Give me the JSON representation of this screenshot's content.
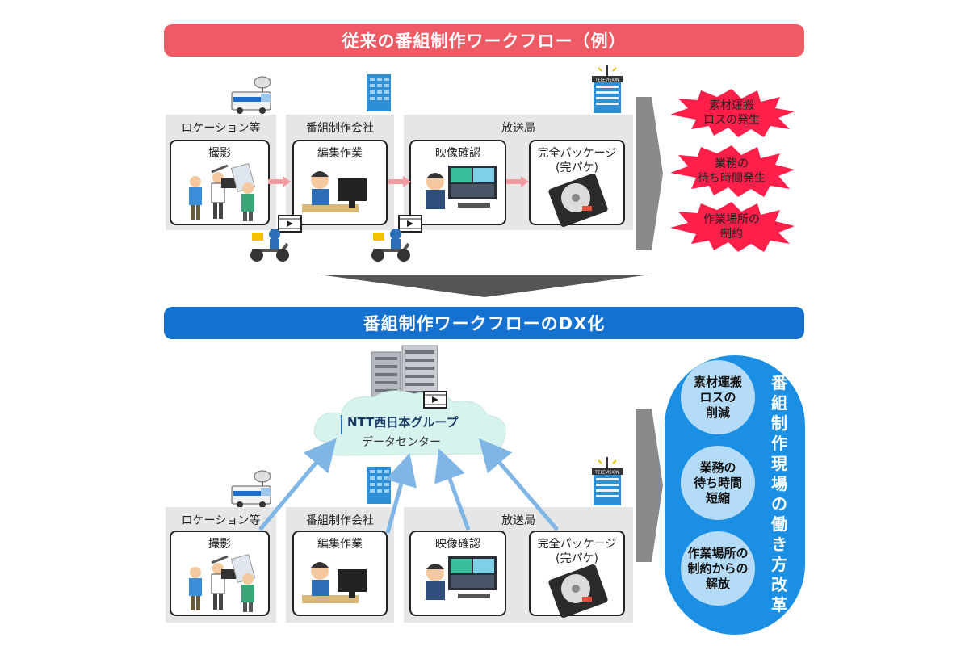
{
  "conventional": {
    "title": "従来の番組制作ワークフロー（例）",
    "stages": {
      "location": "ロケーション等",
      "production_company": "番組制作会社",
      "broadcaster": "放送局"
    },
    "cards": {
      "shooting": "撮影",
      "editing": "編集作業",
      "review": "映像確認",
      "package": "完全パッケージ\n(完パケ)"
    },
    "issues": [
      "素材運搬\nロスの発生",
      "業務の\n待ち時間発生",
      "作業場所の\n制約"
    ]
  },
  "dx": {
    "title": "番組制作ワークフローのDX化",
    "datacenter": {
      "name": "NTT西日本グループ",
      "label": "データセンター"
    },
    "stages": {
      "location": "ロケーション等",
      "production_company": "番組制作会社",
      "broadcaster": "放送局"
    },
    "cards": {
      "shooting": "撮影",
      "editing": "編集作業",
      "review": "映像確認",
      "package": "完全パッケージ\n(完パケ)"
    },
    "benefits": [
      "素材運搬\nロスの\n削減",
      "業務の\n待ち時間\n短縮",
      "作業場所の\n制約からの\n解放"
    ],
    "reform_label": [
      "番",
      "組",
      "制",
      "作",
      "現",
      "場",
      "の",
      "働",
      "き",
      "方",
      "改",
      "革"
    ]
  },
  "icons": {
    "van": "broadcast-van-icon",
    "building": "office-building-icon",
    "tv_station": "tv-station-icon",
    "tv_station_sign": "TELEVISION",
    "server": "server-rack-icon",
    "cloud": "cloud-icon",
    "video": "video-file-icon",
    "scooter": "delivery-scooter-icon",
    "hdd": "hard-disk-icon"
  },
  "colors": {
    "red_banner": "#ef5b64",
    "blue_banner": "#1471cf",
    "burst": "#ff1f4b",
    "capsule": "#1a8fe3",
    "circle": "#b4dcf8",
    "cloud": "#d6f3ee",
    "arrow_pink": "#f19aa0",
    "arrow_blue": "#7fb6e6"
  }
}
